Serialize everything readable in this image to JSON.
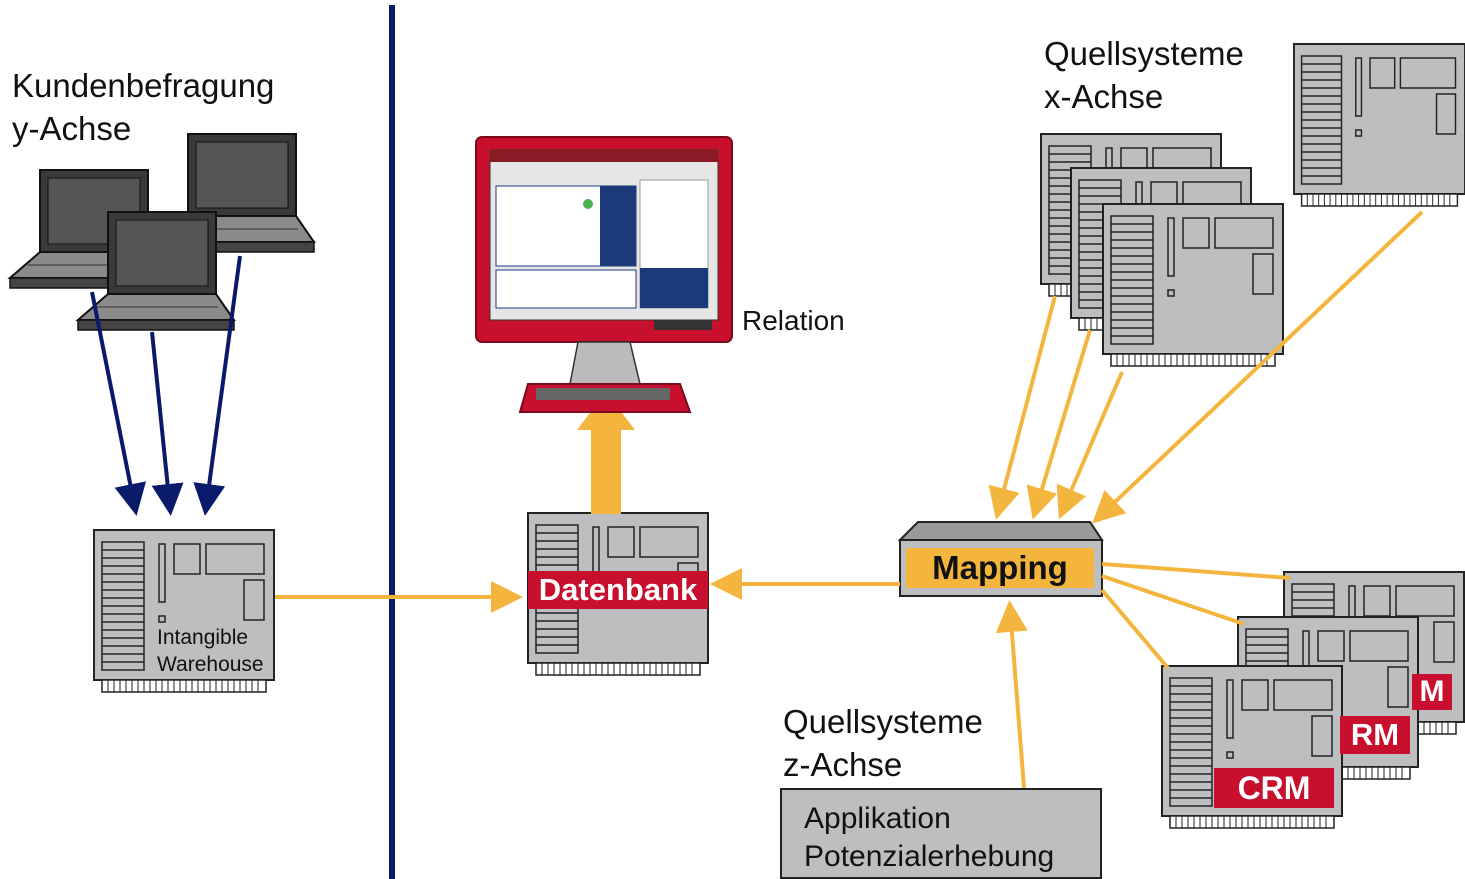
{
  "labels": {
    "kundenbefragung": "Kundenbefragung",
    "y_achse": "y-Achse",
    "quellsysteme_x": "Quellsysteme",
    "x_achse": "x-Achse",
    "relation": "Relation",
    "intangible": "Intangible",
    "warehouse": "Warehouse",
    "datenbank": "Datenbank",
    "mapping": "Mapping",
    "quellsysteme_z": "Quellsysteme",
    "z_achse": "z-Achse",
    "applikation": "Applikation",
    "potenzialerhebung": "Potenzialerhebung",
    "crm_front": "CRM",
    "crm_mid": "RM",
    "crm_back": "M"
  },
  "colors": {
    "arrow_orange": "#f4b53f",
    "arrow_navy": "#0a1a6b",
    "divider": "#0a1a6b",
    "server_fill": "#bdbec0",
    "crm_red": "#c8102e",
    "monitor_red": "#c8102e"
  },
  "icons": {
    "laptops": [
      "laptop-icon",
      "laptop-icon",
      "laptop-icon"
    ],
    "servers": [
      "server-icon"
    ],
    "monitor": "monitor-icon"
  }
}
